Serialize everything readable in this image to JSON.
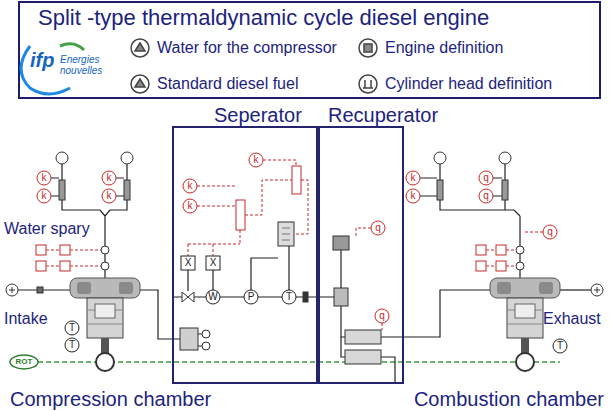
{
  "diagram": {
    "title": "Split -type thermaldynamic cycle diesel engine",
    "nodes": [
      {
        "text": [
          "Seperator"
        ]
      },
      {
        "text": [
          "Recuperator"
        ]
      }
    ],
    "labels": [
      "ifp",
      "Energies nouvelles",
      "Water spary",
      "Intake",
      "Compression chamber",
      "Combustion chamber",
      "Exhaust",
      "k",
      "k",
      "k",
      "k",
      "k",
      "k",
      "k",
      "X",
      "X",
      "W",
      "P",
      "T",
      "k",
      "k",
      "q",
      "q",
      "q",
      "q",
      "q",
      "T",
      "T",
      "T",
      "ROT"
    ],
    "legend": [
      {
        "text": "Water for the compressor"
      },
      {
        "text": "Standard diesel fuel"
      },
      {
        "text": "Engine definition"
      },
      {
        "text": "Cylinder head definition"
      }
    ]
  }
}
